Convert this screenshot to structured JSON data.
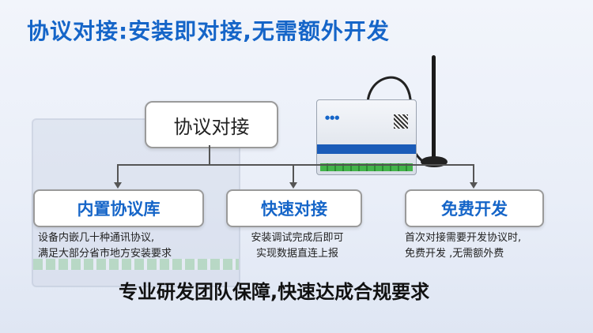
{
  "title": "协议对接:安装即对接,无需额外开发",
  "main_node": "协议对接",
  "features": [
    {
      "label": "内置协议库",
      "desc": [
        "设备内嵌几十种通讯协议,",
        "满足大部分省市地方安装要求"
      ]
    },
    {
      "label": "快速对接",
      "desc": [
        "安装调试完成后即可",
        "实现数据直连上报"
      ]
    },
    {
      "label": "免费开发",
      "desc": [
        "首次对接需要开发协议时,",
        "免费开发 ,无需额外费"
      ]
    }
  ],
  "footer": "专业研发团队保障,快速达成合规要求",
  "colors": {
    "accent": "#1565c8",
    "text": "#222222"
  }
}
